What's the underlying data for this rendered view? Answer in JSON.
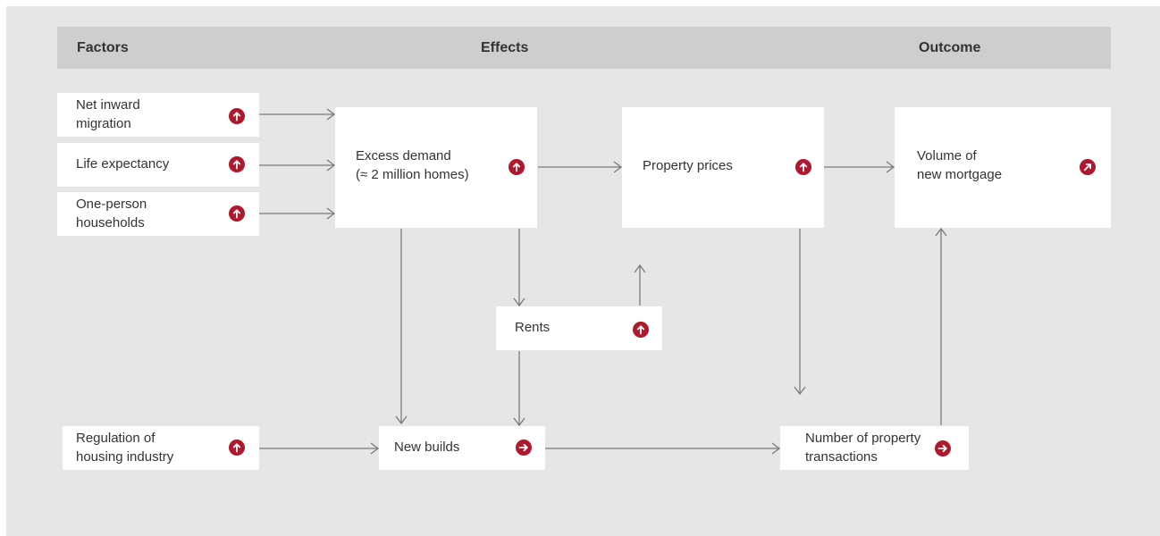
{
  "header": {
    "factors": "Factors",
    "effects": "Effects",
    "outcome": "Outcome"
  },
  "factors": {
    "net_migration": {
      "line1": "Net inward",
      "line2": "migration",
      "trend": "up"
    },
    "life_expectancy": {
      "label": "Life expectancy",
      "trend": "up"
    },
    "one_person": {
      "line1": "One-person",
      "line2": "households",
      "trend": "up"
    },
    "regulation": {
      "line1": "Regulation of",
      "line2": "housing industry",
      "trend": "up"
    }
  },
  "effects": {
    "excess_demand": {
      "line1": "Excess demand",
      "line2": "(≈ 2 million homes)",
      "trend": "up"
    },
    "property_prices": {
      "label": "Property prices",
      "trend": "up"
    },
    "rents": {
      "label": "Rents",
      "trend": "up"
    },
    "new_builds": {
      "label": "New builds",
      "trend": "flat"
    },
    "transactions": {
      "line1": "Number of property",
      "line2": "transactions",
      "trend": "flat"
    }
  },
  "outcome": {
    "mortgage": {
      "line1": "Volume of",
      "line2": "new mortgage",
      "trend": "up-right"
    }
  },
  "colors": {
    "badge": "#b0182e",
    "arrow": "#7a7a7a",
    "background": "#e5e6e8",
    "header": "#cdcecf"
  },
  "icons": {
    "up": "arrow-up-icon",
    "flat": "arrow-right-icon",
    "up-right": "arrow-up-right-icon"
  }
}
